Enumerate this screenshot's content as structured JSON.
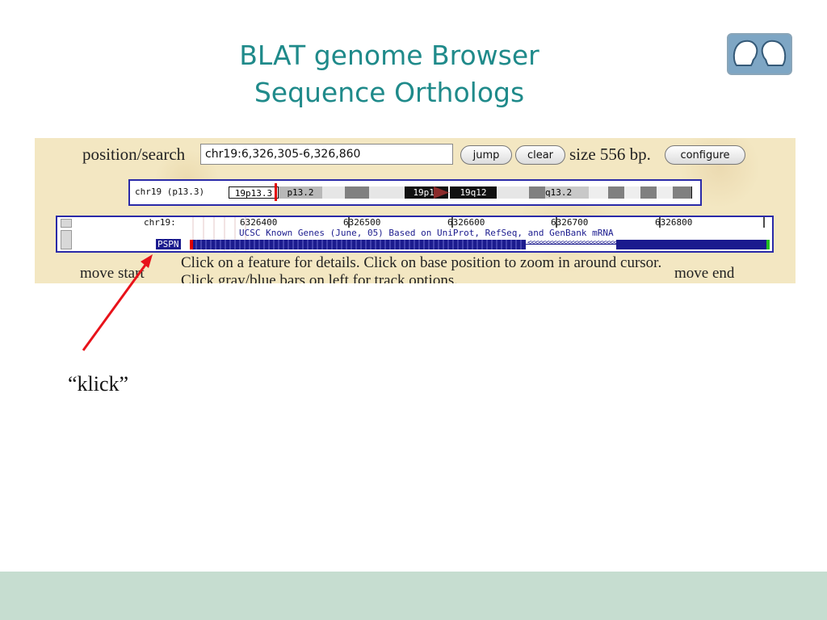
{
  "slide": {
    "title_line1": "BLAT genome Browser",
    "title_line2": "Sequence Orthologs",
    "annotation": "“klick”",
    "logo_icon": "two-heads-logo-icon"
  },
  "browser": {
    "position_label": "position/search",
    "position_value": "chr19:6,326,305-6,326,860",
    "jump_label": "jump",
    "clear_label": "clear",
    "size_text": "size 556 bp.",
    "configure_label": "configure",
    "ideogram": {
      "label": "chr19 (p13.3)",
      "bands": [
        "19p13.3",
        "p13.2",
        "19p12",
        "19q12",
        "q13.2"
      ]
    },
    "track": {
      "chrom_label": "chr19:",
      "ticks": [
        "6326400",
        "6326500",
        "6326600",
        "6326700",
        "6326800"
      ],
      "track_title": "UCSC Known Genes (June, 05) Based on UniProt, RefSeq, and GenBank mRNA",
      "gene_label": "PSPN",
      "gene_color": "#1b1b8e"
    },
    "help_text": "Click on a feature for details. Click on base position to zoom in around cursor. Click gray/blue bars on left for track options.",
    "move_start": "move start",
    "move_end": "move end"
  },
  "colors": {
    "title": "#1f8a8a",
    "footer": "#c6ddd0",
    "arrow": "#e8121a",
    "border": "#2a2aa8"
  }
}
